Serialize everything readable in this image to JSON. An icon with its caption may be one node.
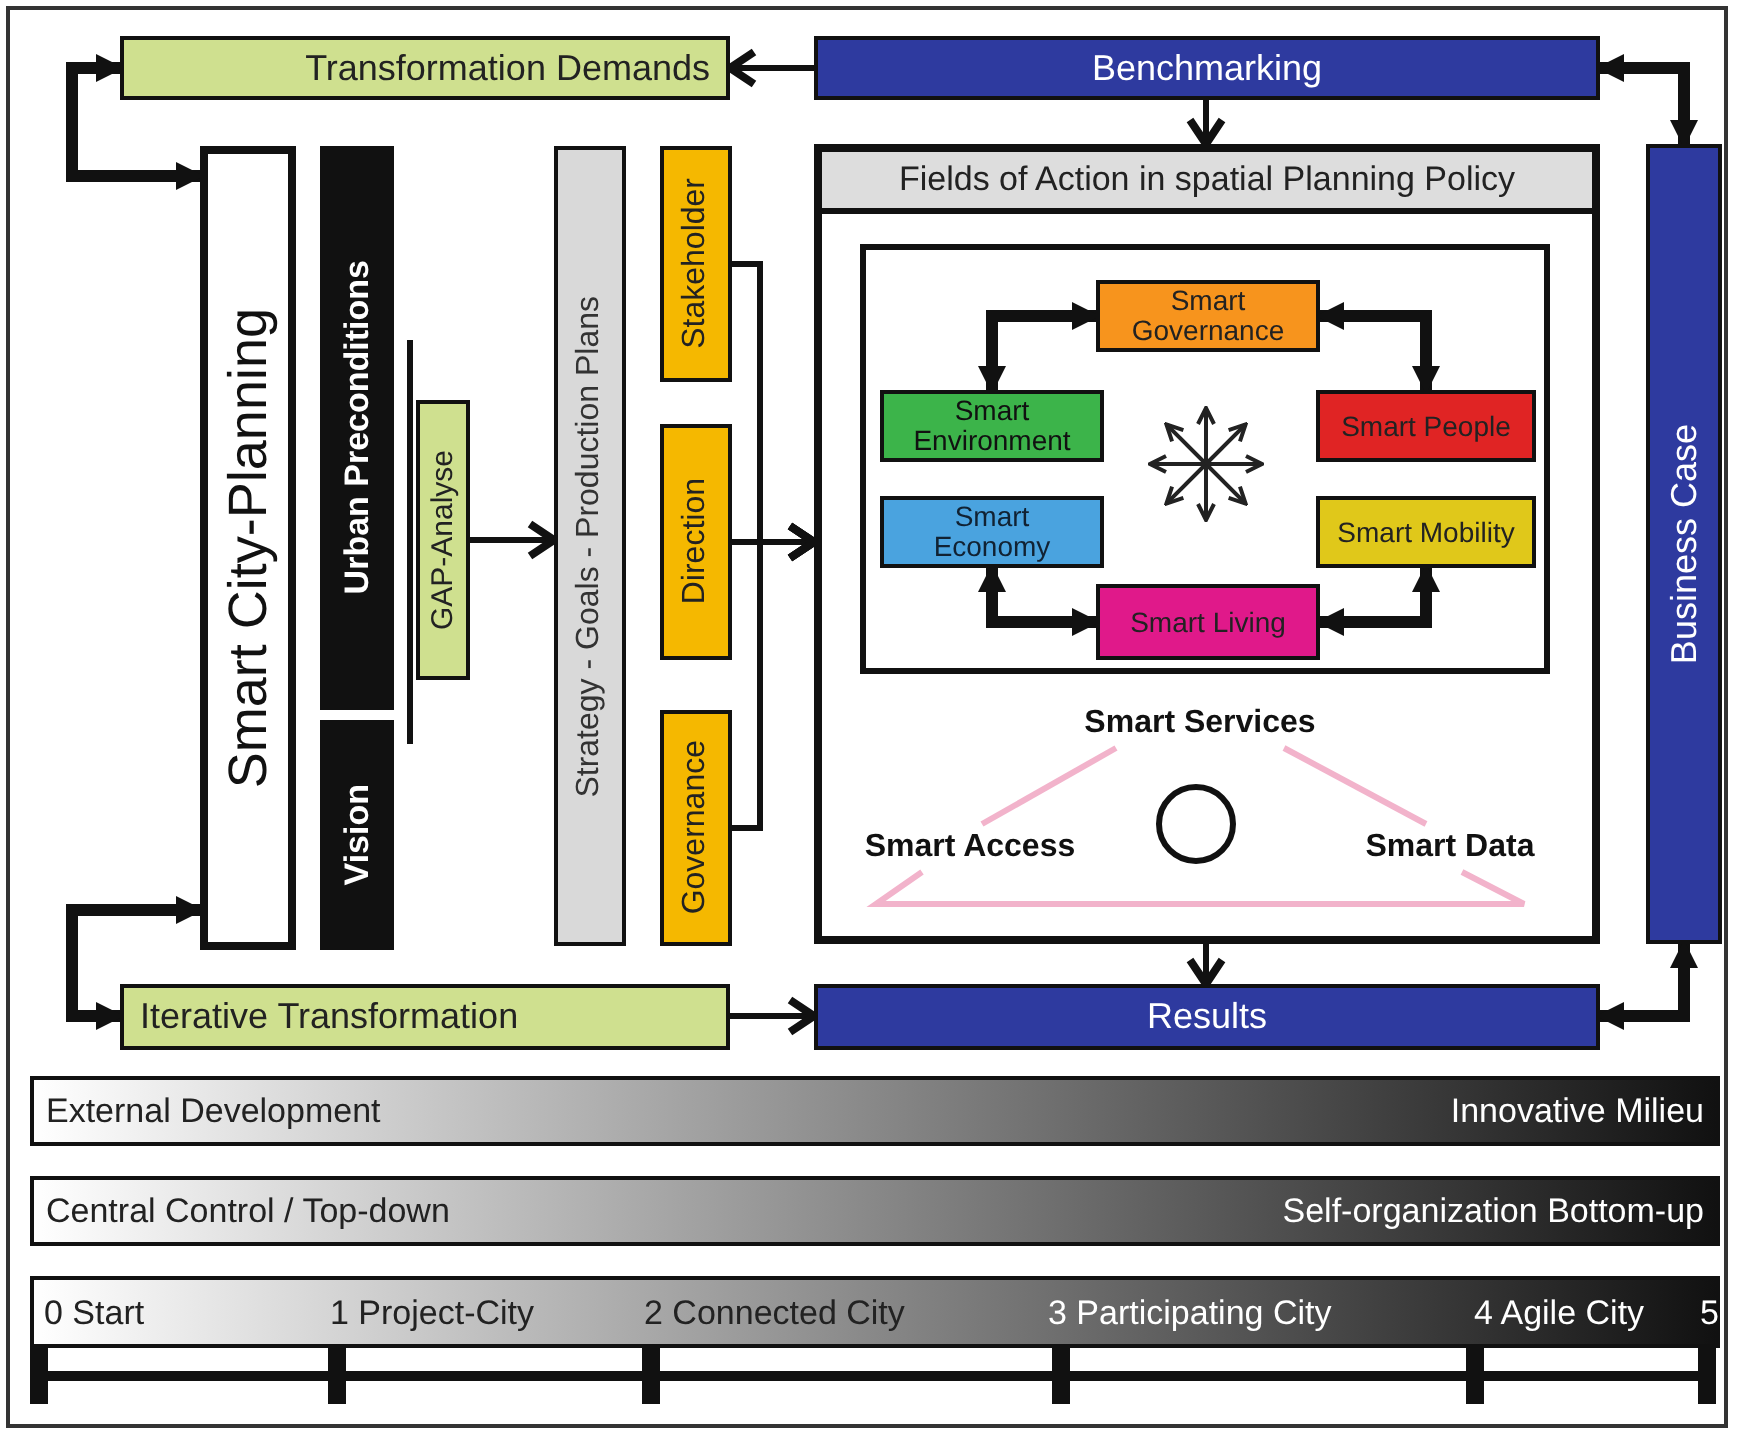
{
  "diagram": {
    "nodes": [
      {
        "text": [
          "Transformation Demands"
        ]
      },
      {
        "text": [
          "Benchmarking"
        ]
      },
      {
        "text": [
          "Smart City-Planning"
        ]
      },
      {
        "text": [
          "Urban Preconditions"
        ]
      },
      {
        "text": [
          "Vision"
        ]
      },
      {
        "text": [
          "GAP-Analyse"
        ]
      },
      {
        "text": [
          "Strategy - Goals - Production Plans"
        ]
      },
      {
        "text": [
          "Stakeholder"
        ]
      },
      {
        "text": [
          "Direction"
        ]
      },
      {
        "text": [
          "Governance"
        ]
      },
      {
        "text": [
          "Fields of Action in spatial Planning Policy"
        ]
      },
      {
        "text": [],
        "shape": "box",
        "in": 10
      },
      {
        "text": [
          "Smart Governance"
        ],
        "in": 11
      },
      {
        "text": [
          "Smart Environment"
        ],
        "in": 11
      },
      {
        "text": [
          "Smart People"
        ],
        "in": 11
      },
      {
        "text": [
          "Smart Economy"
        ],
        "in": 11
      },
      {
        "text": [
          "Smart Mobility"
        ],
        "in": 11
      },
      {
        "text": [
          "Smart Living"
        ],
        "in": 11
      },
      {
        "text": [
          "Smart Services"
        ],
        "in": 10
      },
      {
        "text": [
          "Smart Access"
        ],
        "in": 10
      },
      {
        "text": [
          "Smart Data"
        ],
        "in": 10
      },
      {
        "text": [],
        "shape": "circle",
        "in": 10
      },
      {
        "text": [
          "Business Case"
        ]
      },
      {
        "text": [
          "Results"
        ]
      },
      {
        "text": [
          "Iterative Transformation"
        ]
      },
      {
        "text": [
          "External Development",
          "Innovative Milieu"
        ]
      },
      {
        "text": [
          "Central Control / Top-down",
          "Self-organization Bottom-up"
        ]
      },
      {
        "text": [
          "0 Start",
          "1 Project-City",
          "2 Connected City",
          "3 Participating City",
          "4 Agile City",
          "5"
        ]
      }
    ],
    "edges": [
      {
        "from": 1,
        "to": 0,
        "arrow": "to"
      },
      {
        "from": 24,
        "to": 23,
        "arrow": "to"
      },
      {
        "from": 1,
        "to": 10,
        "arrow": "to"
      },
      {
        "from": 10,
        "to": 23,
        "arrow": "to"
      },
      {
        "from": 5,
        "to": 6,
        "arrow": "to"
      },
      {
        "from": 7,
        "to": 10,
        "arrow": "to"
      },
      {
        "from": 8,
        "to": 10,
        "arrow": "to"
      },
      {
        "from": 9,
        "to": 10,
        "arrow": "to"
      },
      {
        "from": 0,
        "to": 2,
        "arrow": "both",
        "style": "thick"
      },
      {
        "from": 2,
        "to": 24,
        "arrow": "both",
        "style": "thick"
      },
      {
        "from": 1,
        "to": 22,
        "arrow": "both",
        "style": "thick"
      },
      {
        "from": 22,
        "to": 23,
        "arrow": "both",
        "style": "thick"
      },
      {
        "from": 13,
        "to": 12,
        "arrow": "both",
        "style": "thick"
      },
      {
        "from": 12,
        "to": 14,
        "arrow": "both",
        "style": "thick"
      },
      {
        "from": 15,
        "to": 17,
        "arrow": "both",
        "style": "thick"
      },
      {
        "from": 17,
        "to": 16,
        "arrow": "both",
        "style": "thick"
      },
      {
        "from": 18,
        "to": 19,
        "arrow": "none",
        "color": "#f2b3cb"
      },
      {
        "from": 18,
        "to": 20,
        "arrow": "none",
        "color": "#f2b3cb"
      },
      {
        "from": 19,
        "to": 20,
        "arrow": "none",
        "color": "#f2b3cb"
      }
    ]
  }
}
